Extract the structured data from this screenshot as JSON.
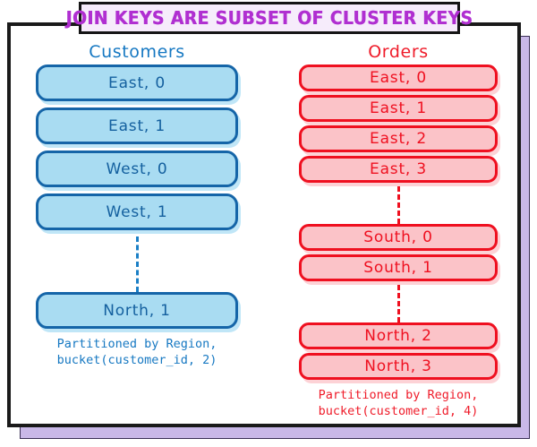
{
  "banner": {
    "title": "JOIN KEYS ARE SUBSET OF CLUSTER KEYS",
    "text_color": "#b02fd1",
    "bg_color": "#f6ecfb"
  },
  "columns": [
    {
      "id": "customers",
      "header": "Customers",
      "accent": "#1678c2",
      "fill": "#a9dcf2",
      "groups": [
        {
          "chips": [
            "East, 0",
            "East, 1",
            "West, 0",
            "West, 1"
          ]
        },
        {
          "chips": [
            "North, 1"
          ]
        }
      ],
      "caption_line1": "Partitioned by Region,",
      "caption_line2": "bucket(customer_id, 2)"
    },
    {
      "id": "orders",
      "header": "Orders",
      "accent": "#ef1c2a",
      "fill": "#fbc3c8",
      "groups": [
        {
          "chips": [
            "East, 0",
            "East, 1",
            "East, 2",
            "East, 3"
          ]
        },
        {
          "chips": [
            "South, 0",
            "South, 1"
          ]
        },
        {
          "chips": [
            "North, 2",
            "North, 3"
          ]
        }
      ],
      "caption_line1": "Partitioned by Region,",
      "caption_line2": "bucket(customer_id, 4)"
    }
  ]
}
